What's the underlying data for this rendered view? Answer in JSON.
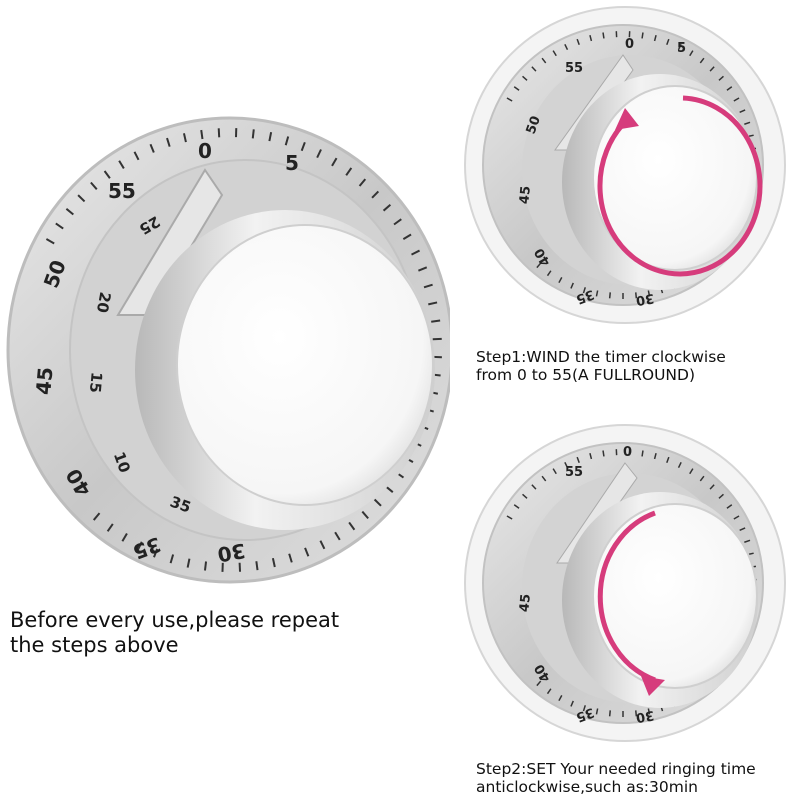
{
  "dial": {
    "labels": [
      "0",
      "5",
      "30",
      "35",
      "40",
      "45",
      "50",
      "55"
    ],
    "inner_labels": [
      "25",
      "20",
      "15",
      "10",
      "35"
    ]
  },
  "step1": {
    "line1": "Step1:WIND the timer clockwise",
    "line2": "from 0 to 55(A FULLROUND)",
    "arrow_color": "#d63c7c"
  },
  "step2": {
    "line1": "Step2:SET Your needed ringing time",
    "line2": "anticlockwise,such as:30min",
    "arrow_color": "#d63c7c"
  },
  "main_caption": {
    "line1": "Before every use,please repeat",
    "line2": "the steps above"
  }
}
